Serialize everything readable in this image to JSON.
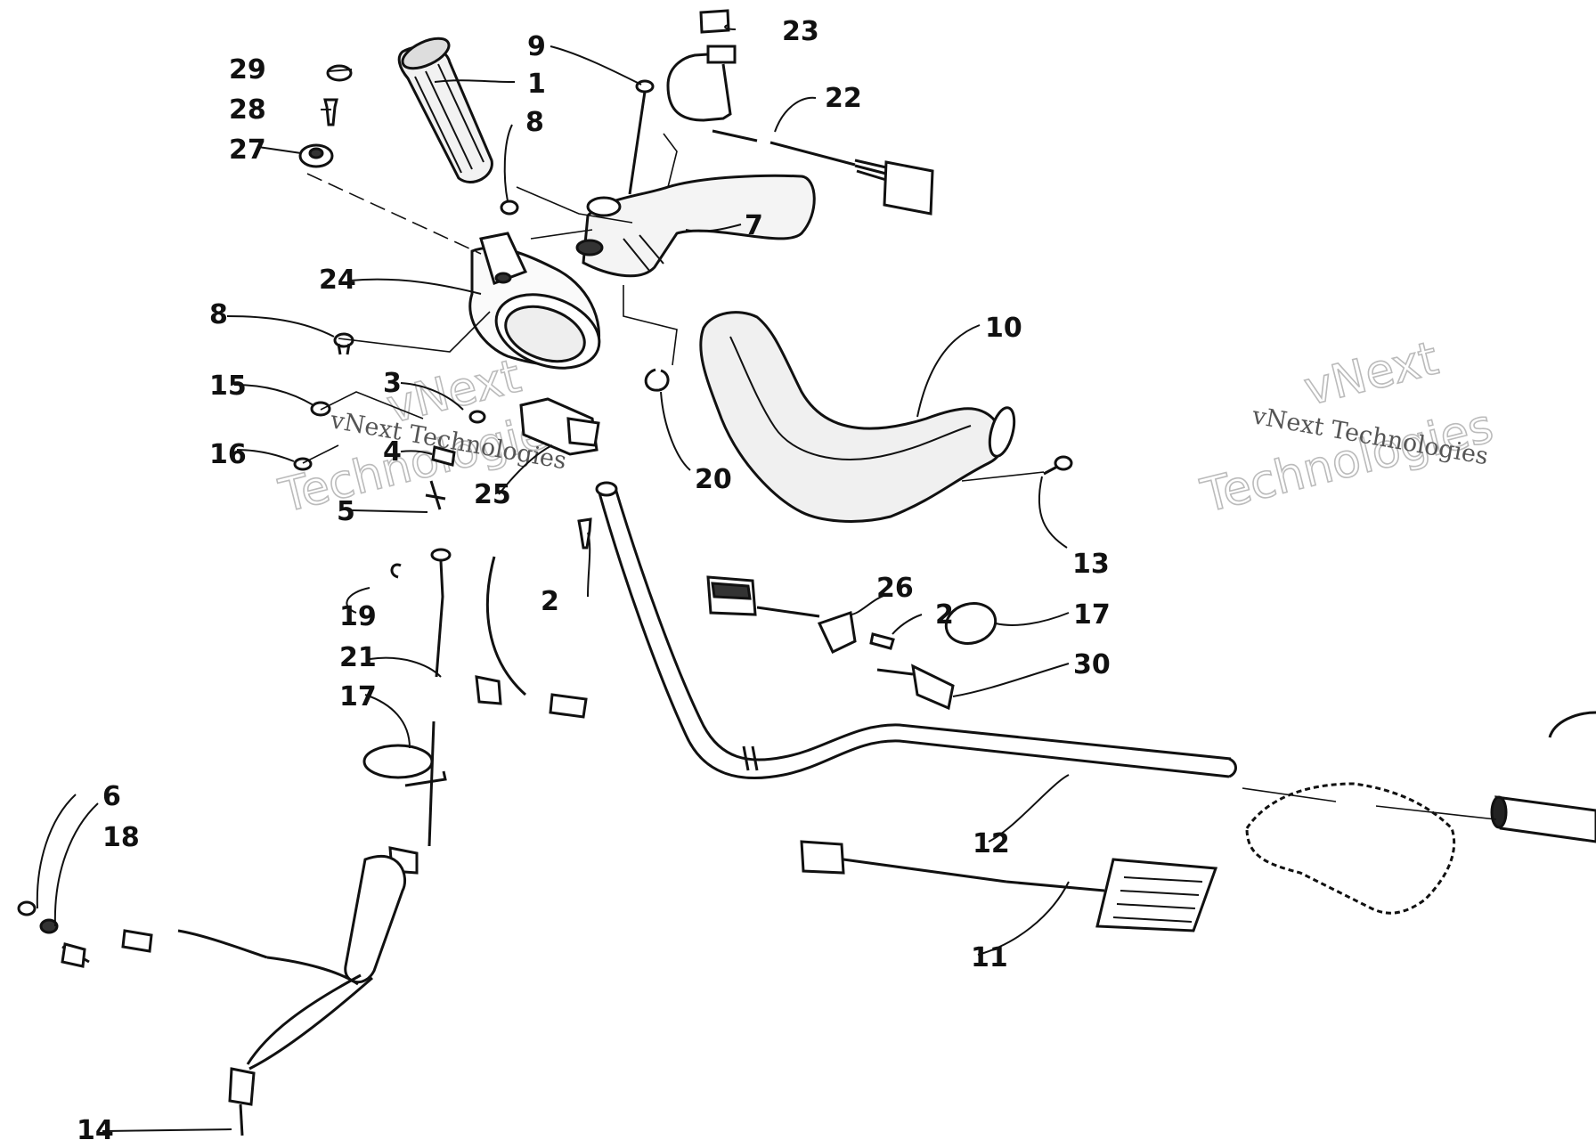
{
  "watermark": {
    "line1": "vNext",
    "line2": "Technologies",
    "full": "vNext Technologies"
  },
  "callouts": [
    "1",
    "2",
    "2",
    "3",
    "4",
    "5",
    "6",
    "7",
    "8",
    "8",
    "9",
    "10",
    "11",
    "12",
    "13",
    "14",
    "15",
    "16",
    "17",
    "17",
    "18",
    "19",
    "20",
    "21",
    "22",
    "23",
    "24",
    "25",
    "26",
    "27",
    "28",
    "29",
    "30"
  ],
  "colors": {
    "ink": "#111111",
    "watermark": "#bbbbbb",
    "paper": "#ffffff"
  },
  "icons": [
    "handlebar-icon",
    "grip-icon",
    "throttle-block-icon",
    "housing-icon",
    "cable-icon",
    "switch-icon",
    "heater-element-icon",
    "brake-lever-icon"
  ]
}
